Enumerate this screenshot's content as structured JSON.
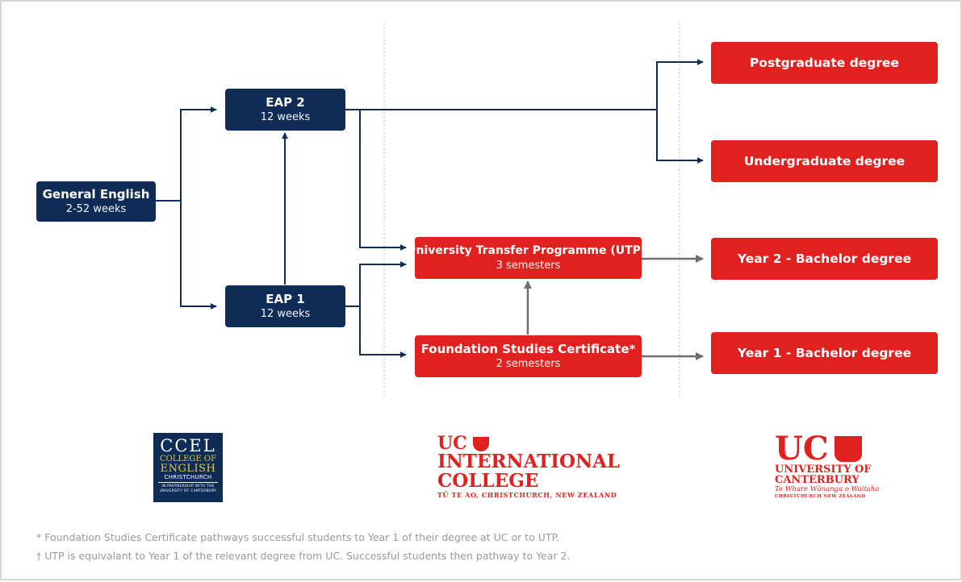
{
  "boxes": {
    "general_english": {
      "title": "General English",
      "sub": "2-52 weeks"
    },
    "eap2": {
      "title": "EAP 2",
      "sub": "12 weeks"
    },
    "eap1": {
      "title": "EAP 1",
      "sub": "12 weeks"
    },
    "utp": {
      "title": "University Transfer Programme (UTP)",
      "mark": "†",
      "sub": "3 semesters"
    },
    "fsc": {
      "title": "Foundation Studies Certificate*",
      "sub": "2 semesters"
    },
    "postgrad": {
      "title": "Postgraduate degree"
    },
    "undergrad": {
      "title": "Undergraduate degree"
    },
    "year2": {
      "title": "Year 2 - Bachelor degree"
    },
    "year1": {
      "title": "Year 1 - Bachelor degree"
    }
  },
  "logos": {
    "ccel": {
      "abbr": "CCEL",
      "line1": "COLLEGE OF",
      "line2": "ENGLISH",
      "line3": "CHRISTCHURCH",
      "line4": "IN PARTNERSHIP WITH THE",
      "line5": "UNIVERSITY OF CANTERBURY"
    },
    "uc_international": {
      "abbr": "UC",
      "line1": "INTERNATIONAL",
      "line2": "COLLEGE",
      "tagline": "TŪ TE AO, CHRISTCHURCH, NEW ZEALAND"
    },
    "uc_canterbury": {
      "abbr": "UC",
      "line1": "UNIVERSITY OF",
      "line2": "CANTERBURY",
      "motto": "Te Whare Wānanga o Waitaha",
      "location": "CHRISTCHURCH NEW ZEALAND"
    }
  },
  "footnotes": {
    "star": "* Foundation Studies Certificate pathways successful students to Year 1 of their degree at UC or to UTP.",
    "dagger": "† UTP is equivalant to Year 1 of the relevant degree from UC. Successful students then pathway to Year 2."
  },
  "colors": {
    "navy": "#0e2c55",
    "red": "#e1211f",
    "connector_grey": "#6f6f6f",
    "footnote": "#9a9a9a"
  }
}
